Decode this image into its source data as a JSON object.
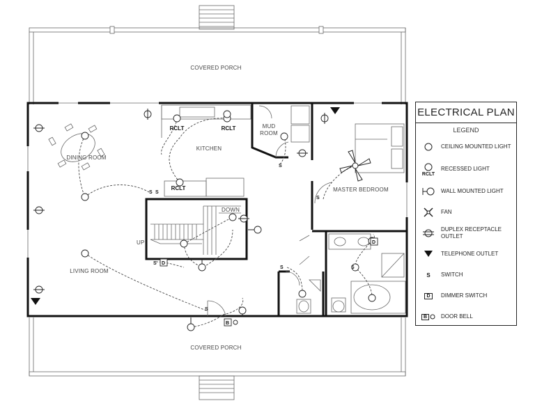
{
  "rooms": {
    "covered_porch_top": "COVERED PORCH",
    "covered_porch_bottom": "COVERED PORCH",
    "dining_room": "DINING ROOM",
    "kitchen": "KITCHEN",
    "mud_room_1": "MUD",
    "mud_room_2": "ROOM",
    "master_bedroom": "MASTER BEDROOM",
    "living_room": "LIVING ROOM"
  },
  "stairs": {
    "down": "DOWN",
    "up": "UP"
  },
  "marks": {
    "rclt": "RCLT",
    "switch": "S",
    "dimmer": "D",
    "bell": "B"
  },
  "legend": {
    "title": "ELECTRICAL PLAN",
    "subtitle": "LEGEND",
    "rclt": "RCLT",
    "items": [
      {
        "icon": "ceiling-light-icon",
        "label": "CEILING MOUNTED LIGHT"
      },
      {
        "icon": "recessed-light-icon",
        "label": "RECESSED LIGHT"
      },
      {
        "icon": "wall-light-icon",
        "label": "WALL MOUNTED LIGHT"
      },
      {
        "icon": "fan-icon",
        "label": "FAN"
      },
      {
        "icon": "receptacle-icon",
        "label": "DUPLEX RECEPTACLE OUTLET"
      },
      {
        "icon": "telephone-outlet-icon",
        "label": "TELEPHONE OUTLET"
      },
      {
        "icon": "switch-icon",
        "label": "SWITCH",
        "symbol": "S"
      },
      {
        "icon": "dimmer-switch-icon",
        "label": "DIMMER SWITCH",
        "symbol": "D"
      },
      {
        "icon": "door-bell-icon",
        "label": "DOOR BELL",
        "symbol": "B"
      }
    ]
  }
}
